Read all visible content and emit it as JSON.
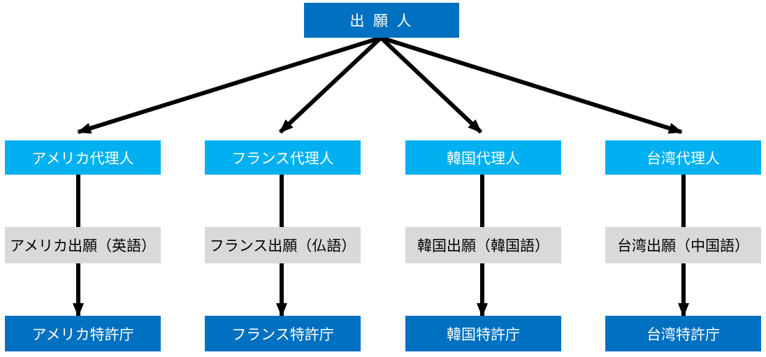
{
  "applicant": {
    "label": "出 願 人"
  },
  "columns": [
    {
      "agent": "アメリカ代理人",
      "application": "アメリカ出願（英語）",
      "office": "アメリカ特許庁"
    },
    {
      "agent": "フランス代理人",
      "application": "フランス出願（仏語）",
      "office": "フランス特許庁"
    },
    {
      "agent": "韓国代理人",
      "application": "韓国出願（韓国語）",
      "office": "韓国特許庁"
    },
    {
      "agent": "台湾代理人",
      "application": "台湾出願（中国語）",
      "office": "台湾特許庁"
    }
  ],
  "colors": {
    "applicant_box": "#0070c0",
    "agent_box": "#00b0f0",
    "application_box": "#d9d9d9",
    "office_box": "#0070c0",
    "arrow": "#000000"
  }
}
